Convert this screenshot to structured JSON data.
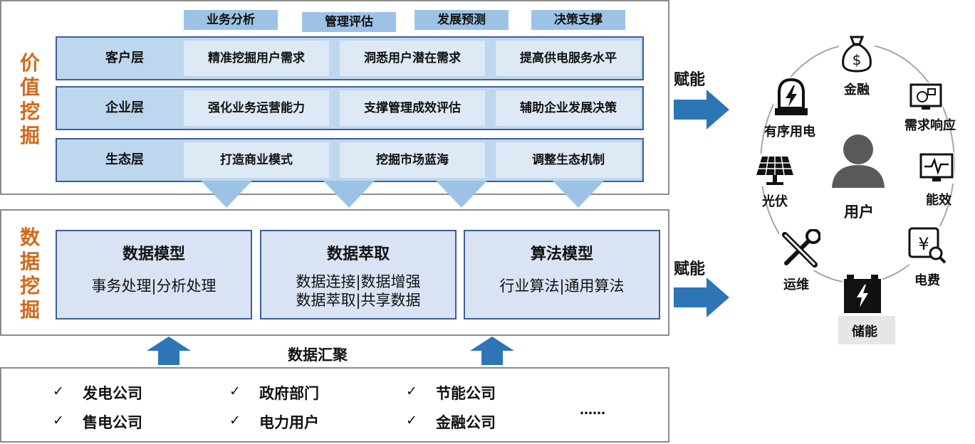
{
  "value_mining": {
    "title_chars": [
      "价",
      "值",
      "挖",
      "掘"
    ],
    "top_tabs": [
      "业务分析",
      "管理评估",
      "发展预测",
      "决策支撑"
    ],
    "layers": [
      {
        "name": "客户层",
        "cells": [
          "精准挖掘用户需求",
          "洞悉用户潜在需求",
          "提高供电服务水平"
        ]
      },
      {
        "name": "企业层",
        "cells": [
          "强化业务运营能力",
          "支撑管理成效评估",
          "辅助企业发展决策"
        ]
      },
      {
        "name": "生态层",
        "cells": [
          "打造商业模式",
          "挖掘市场蓝海",
          "调整生态机制"
        ]
      }
    ]
  },
  "data_mining": {
    "title_chars": [
      "数",
      "据",
      "挖",
      "掘"
    ],
    "boxes": [
      {
        "title": "数据模型",
        "lines": [
          "事务处理|分析处理"
        ]
      },
      {
        "title": "数据萃取",
        "lines": [
          "数据连接|数据增强",
          "数据萃取|共享数据"
        ]
      },
      {
        "title": "算法模型",
        "lines": [
          "行业算法|通用算法"
        ]
      }
    ]
  },
  "aggregation_label": "数据汇聚",
  "sources": {
    "check_glyph": "✓",
    "row1": [
      "发电公司",
      "政府部门",
      "节能公司"
    ],
    "row2": [
      "售电公司",
      "电力用户",
      "金融公司"
    ],
    "more": "……"
  },
  "enable_labels": [
    "赋能",
    "赋能"
  ],
  "user_ring": {
    "center": "用户",
    "services": [
      "金融",
      "需求响应",
      "能效",
      "电费",
      "储能",
      "运维",
      "光伏",
      "有序用电"
    ]
  },
  "colors": {
    "accent_orange": "#d1691c",
    "tab_blue": "#9cc3e6",
    "layer_blue": "#bdd7ee",
    "arrow_blue": "#2e75b6",
    "border_navy": "#3d5f96"
  }
}
